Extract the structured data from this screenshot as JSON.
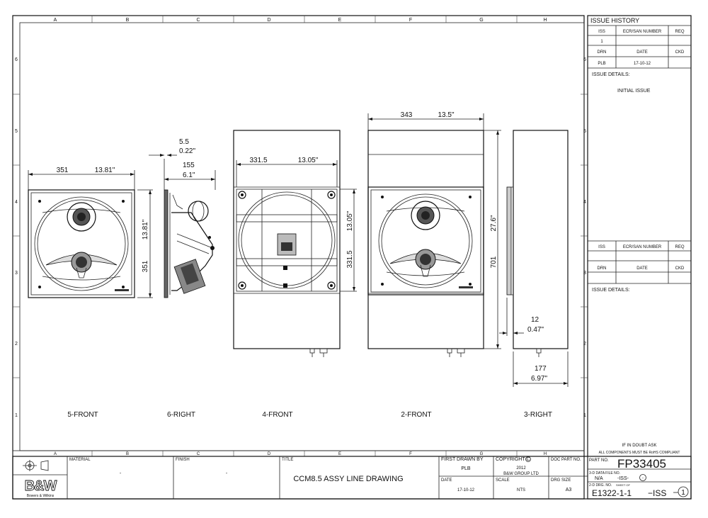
{
  "grid": {
    "columns": [
      "A",
      "B",
      "C",
      "D",
      "E",
      "F",
      "G",
      "H"
    ],
    "rows": [
      "6",
      "5",
      "4",
      "3",
      "2",
      "1"
    ]
  },
  "views": {
    "v5": {
      "label": "5-FRONT",
      "dim_w_mm": "351",
      "dim_w_in": "13.81\"",
      "dim_h_in": "13.81\"",
      "dim_h_mm": "351"
    },
    "v6": {
      "label": "6-RIGHT",
      "dim_a": "5.5",
      "dim_a_in": "0.22\"",
      "dim_b": "155",
      "dim_b_in": "6.1\""
    },
    "v4": {
      "label": "4-FRONT",
      "dim_w_mm": "331.5",
      "dim_w_in": "13.05\"",
      "dim_h_in": "13.05\"",
      "dim_h_mm": "331.5"
    },
    "v2": {
      "label": "2-FRONT",
      "dim_w_mm": "343",
      "dim_w_in": "13.5\"",
      "dim_h_in": "27.6\"",
      "dim_h_mm": "701"
    },
    "v3": {
      "label": "3-RIGHT",
      "dim_a": "12",
      "dim_a_in": "0.47\"",
      "dim_b": "177",
      "dim_b_in": "6.97\""
    }
  },
  "issue_history": {
    "title": "ISSUE HISTORY",
    "h_iss": "ISS",
    "h_ecr": "ECR/SAN NUMBER",
    "h_req": "REQ",
    "iss_value": "1",
    "h_drn": "DRN",
    "h_date": "DATE",
    "h_ckd": "CKD",
    "drn_value": "PLB",
    "date_value": "17-10-12",
    "details_label": "ISSUE DETAILS:",
    "details_value": "INITIAL ISSUE",
    "h2_iss": "ISS",
    "h2_ecr": "ECR/SAN NUMBER",
    "h2_req": "REQ",
    "h2_drn": "DRN",
    "h2_date": "DATE",
    "h2_ckd": "CKD",
    "details2_label": "ISSUE DETAILS:"
  },
  "notes": {
    "doubt": "IF IN DOUBT ASK",
    "rohs": "ALL COMPONENTS MUST BE RoHS COMPLIANT"
  },
  "title_block": {
    "material_label": "MATERIAL",
    "material_value": "-",
    "finish_label": "FINISH",
    "finish_value": "-",
    "title_label": "TITLE",
    "title_value": "CCM8.5 ASSY LINE DRAWING",
    "first_drawn_label": "FIRST DRAWN BY",
    "first_drawn_value": "PLB",
    "copyright_label": "COPYRIGHT C",
    "copyright_year": "2012",
    "copyright_owner": "B&W GROUP LTD",
    "doc_part_label": "DOC PART NO.",
    "date_label": "DATE",
    "date_value": "17-10-12",
    "scale_label": "SCALE",
    "scale_value": "NTS",
    "drg_size_label": "DRG SIZE",
    "drg_size_value": "A3",
    "part_no_label": "PART NO.",
    "part_no_value": "FP33405",
    "data_file_label": "3-D DATA FILE NO.",
    "data_file_value": "N/A",
    "data_iss": "-ISS-",
    "data_iss_circle": "-",
    "drg_no_label": "2-D DRG. NO.",
    "sheet_label": "SHEET OF",
    "drg_no_value": "E1322-1-1",
    "drg_iss": "−ISS",
    "drg_iss_num": "1",
    "logo_text": "B&W",
    "logo_sub": "Bowers & Wilkins"
  }
}
